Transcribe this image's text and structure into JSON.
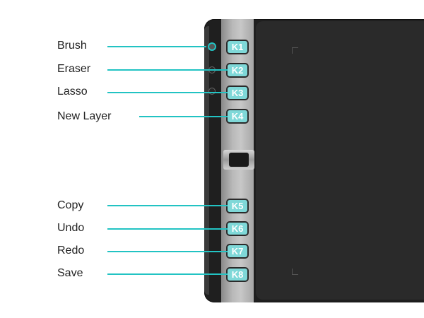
{
  "keys": [
    {
      "id": "K1",
      "action": "Brush"
    },
    {
      "id": "K2",
      "action": "Eraser"
    },
    {
      "id": "K3",
      "action": "Lasso"
    },
    {
      "id": "K4",
      "action": "New Layer"
    },
    {
      "id": "K5",
      "action": "Copy"
    },
    {
      "id": "K6",
      "action": "Undo"
    },
    {
      "id": "K7",
      "action": "Redo"
    },
    {
      "id": "K8",
      "action": "Save"
    }
  ],
  "colors": {
    "accent": "#22c3c3",
    "key_fill": "#7fd8d8",
    "tablet_body": "#1f1f1f",
    "tablet_strip": "#b9b9b9"
  }
}
